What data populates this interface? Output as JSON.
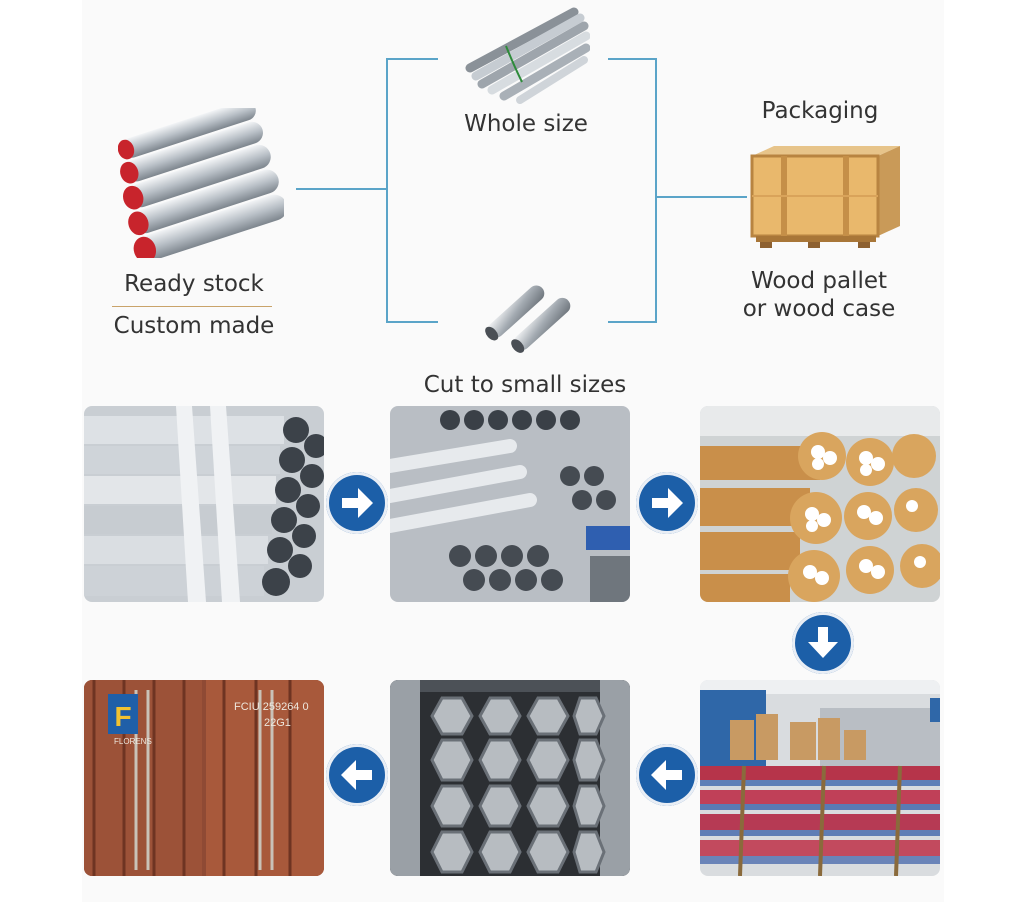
{
  "top": {
    "left_labels": [
      "Ready stock",
      "Custom made"
    ],
    "whole_size": "Whole size",
    "cut_sizes": "Cut to small sizes",
    "packaging_title": "Packaging",
    "packaging_desc": [
      "Wood pallet",
      "or wood case"
    ]
  },
  "process": {
    "steps": [
      {
        "icon": "galvanized-pipe-bundle"
      },
      {
        "icon": "aluminum-tube-stack"
      },
      {
        "icon": "kraft-wrapped-tube-bundles"
      },
      {
        "icon": "bundles-loaded-on-truck"
      },
      {
        "icon": "pipes-inside-container"
      },
      {
        "icon": "shipping-containers"
      }
    ],
    "arrows": [
      "right",
      "right",
      "down",
      "left",
      "left"
    ]
  },
  "colors": {
    "arrow_circle": "#1c5fa8",
    "connector": "#5aa4c8"
  },
  "container_marks": {
    "logo": "F",
    "brand": "FLORENS",
    "code": "FCIU 259264 0",
    "type": "22G1"
  }
}
